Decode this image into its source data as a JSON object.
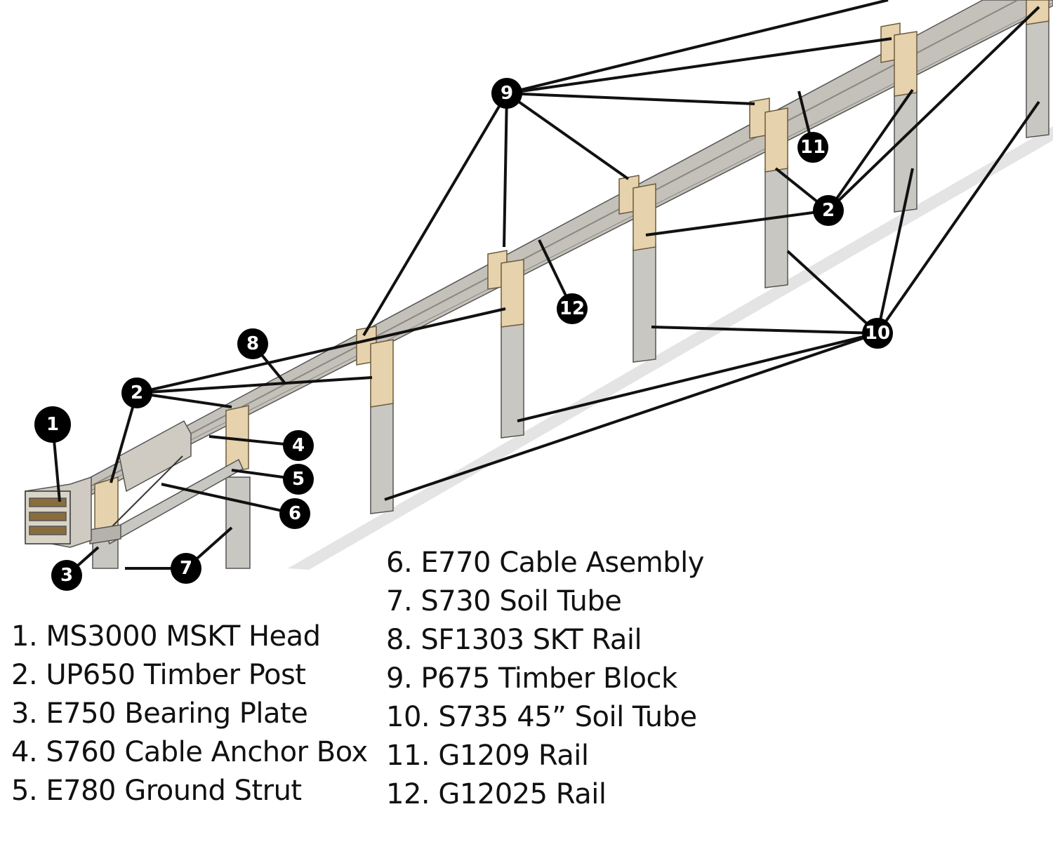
{
  "callouts": [
    {
      "n": "1"
    },
    {
      "n": "2"
    },
    {
      "n": "2"
    },
    {
      "n": "3"
    },
    {
      "n": "4"
    },
    {
      "n": "5"
    },
    {
      "n": "6"
    },
    {
      "n": "7"
    },
    {
      "n": "8"
    },
    {
      "n": "9"
    },
    {
      "n": "10"
    },
    {
      "n": "11"
    },
    {
      "n": "12"
    }
  ],
  "legend": {
    "left": [
      "1. MS3000 MSKT Head",
      "2. UP650 Timber Post",
      "3. E750 Bearing Plate",
      "4. S760 Cable Anchor Box",
      "5. E780 Ground Strut"
    ],
    "right": [
      "6. E770 Cable Asembly",
      "7. S730 Soil Tube",
      "8. SF1303 SKT Rail",
      "9. P675 Timber Block",
      "10. S735 45” Soil Tube",
      "11. G1209 Rail",
      "12. G12025 Rail"
    ]
  },
  "colors": {
    "timber": "#e6d2ad",
    "steel": "#c9c7c2",
    "rail": "#c4c1ba",
    "shadow": "#dcdcdc",
    "callout": "#000000",
    "leader": "#111111"
  }
}
